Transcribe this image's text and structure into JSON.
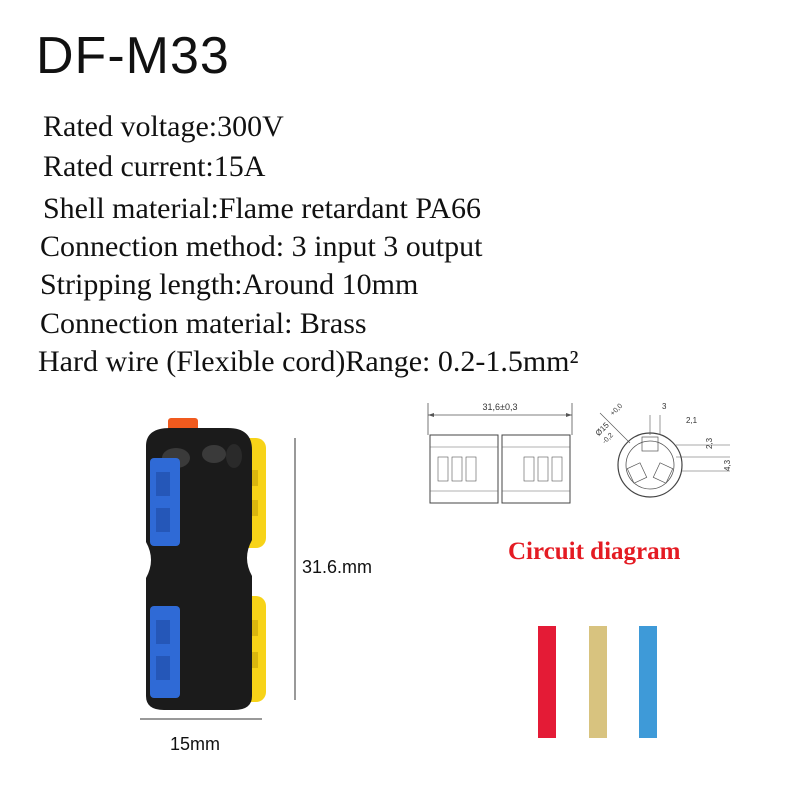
{
  "product": {
    "model": "DF-M33",
    "specs": [
      "Rated voltage:300V",
      "Rated current:15A",
      "Shell material:Flame retardant PA66",
      "Connection method: 3 input 3 output",
      "Stripping length:Around 10mm",
      "Connection material: Brass",
      "Hard wire (Flexible cord)Range: 0.2-1.5mm²"
    ]
  },
  "dimensions": {
    "height_label": "31.6.mm",
    "width_label": "15mm"
  },
  "drawing": {
    "length_label": "31,6±0,3",
    "diameter_label": "Ø15",
    "tol_plus": "+0,0",
    "tol_minus": "-0,2",
    "d3": "3",
    "d21": "2,1",
    "d23": "2,3",
    "d43": "4,3"
  },
  "circuit": {
    "title": "Circuit diagram",
    "wire_colors": [
      "#e41b36",
      "#d8c37f",
      "#3e9ad8"
    ]
  }
}
